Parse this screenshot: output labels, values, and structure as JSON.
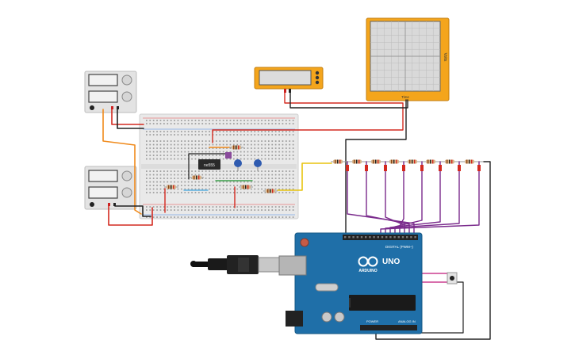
{
  "arduino": {
    "brand_label": "ARDUINO",
    "model_label": "UNO",
    "digital_header_label": "DIGITAL (PWM~)",
    "power_label": "POWER",
    "analog_label": "ANALOG IN"
  },
  "ic_chip": {
    "label": "ne555"
  },
  "oscilloscope": {
    "side_label": "Volts",
    "time_label": "Time"
  },
  "components": {
    "power_supplies": 2,
    "multimeter": 1,
    "led_resistors": 8,
    "pushbutton": 1
  },
  "colors": {
    "wire_red": "#d42a20",
    "wire_black": "#222222",
    "wire_purple": "#7a2b8c",
    "wire_yellow": "#e8c40e",
    "wire_orange": "#f08a1c",
    "wire_magenta": "#cc3d8f",
    "arduino_blue": "#1f6fa8",
    "instrument_orange": "#f4a51c"
  }
}
